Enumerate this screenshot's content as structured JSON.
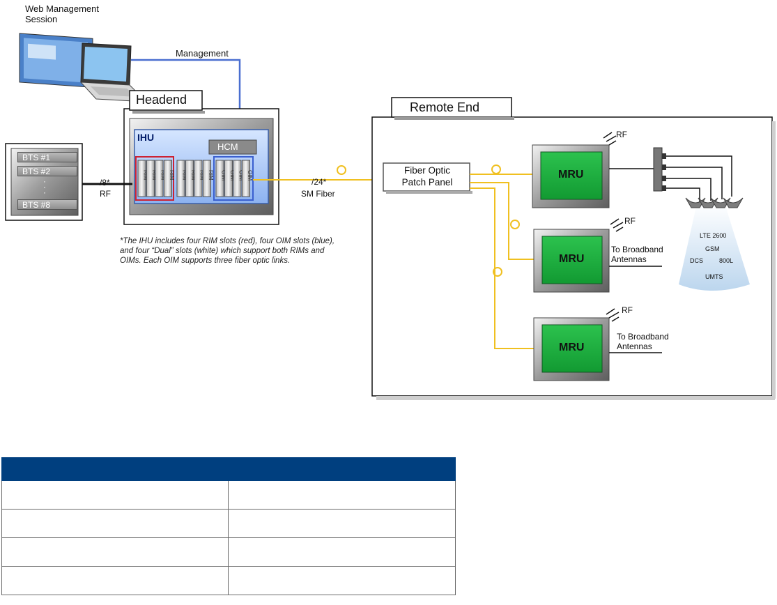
{
  "web_session": {
    "line1": "Web Management",
    "line2": "Session"
  },
  "management_label": "Management",
  "headend": {
    "title": "Headend",
    "ihu": "IHU",
    "hcm": "HCM",
    "slot_labels": [
      "RIM",
      "RIM",
      "RIM",
      "RIM",
      "RIM",
      "RIM",
      "RIM",
      "RIM",
      "OIM",
      "OIM",
      "OIM",
      "OIM"
    ]
  },
  "bts": {
    "items": [
      "BTS #1",
      "BTS #2",
      "BTS #8"
    ],
    "dots": "·  ·  ·"
  },
  "rf_link": {
    "count": "/8*",
    "label": "RF"
  },
  "fiber_link": {
    "count": "/24*",
    "label": "SM Fiber"
  },
  "footnote": "*The IHU includes four RIM slots (red), four OIM slots (blue), and four “Dual” slots (white) which support both RIMs and OIMs. Each OIM supports three fiber optic links.",
  "remote_end": {
    "title": "Remote End",
    "patch_panel": {
      "line1": "Fiber Optic",
      "line2": "Patch Panel"
    },
    "mrus": [
      {
        "label": "MRU",
        "rf": "RF"
      },
      {
        "label": "MRU",
        "rf": "RF",
        "to_line1": "To Broadband",
        "to_line2": "Antennas"
      },
      {
        "label": "MRU",
        "rf": "RF",
        "to_line1": "To Broadband",
        "to_line2": "Antennas"
      }
    ],
    "bands": {
      "lte": "LTE 2600",
      "gsm": "GSM",
      "dcs": "DCS",
      "l800": "800L",
      "umts": "UMTS"
    }
  },
  "colors": {
    "fiber": "#f0c020",
    "management": "#4a6fd0",
    "mru_green": "#1fae3e",
    "table_header": "#003f7f"
  },
  "table": {
    "header": "",
    "rows": [
      [
        "",
        ""
      ],
      [
        "",
        ""
      ],
      [
        "",
        ""
      ],
      [
        "",
        ""
      ]
    ]
  }
}
